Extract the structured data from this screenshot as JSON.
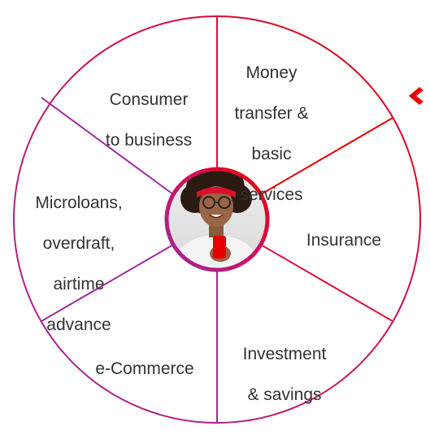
{
  "segments": [
    {
      "id": "money-transfer",
      "lines": [
        "Money",
        "transfer &",
        "basic",
        "services"
      ]
    },
    {
      "id": "insurance",
      "lines": [
        "Insurance"
      ]
    },
    {
      "id": "investment",
      "lines": [
        "Investment",
        "& savings"
      ]
    },
    {
      "id": "ecommerce",
      "lines": [
        "e-Commerce"
      ]
    },
    {
      "id": "microloans",
      "lines": [
        "Microloans,",
        "overdraft,",
        "airtime",
        "advance"
      ]
    },
    {
      "id": "consumer",
      "lines": [
        "Consumer",
        "to business"
      ]
    }
  ],
  "center": {
    "icon": "person-with-phone-icon"
  },
  "colors": {
    "red": "#e60000",
    "purple": "#9c2aa0",
    "wheel_gradient_from": "#e60000",
    "wheel_gradient_to": "#9c2aa0",
    "text": "#333333"
  },
  "side_icon": "vodafone-chevron-icon"
}
